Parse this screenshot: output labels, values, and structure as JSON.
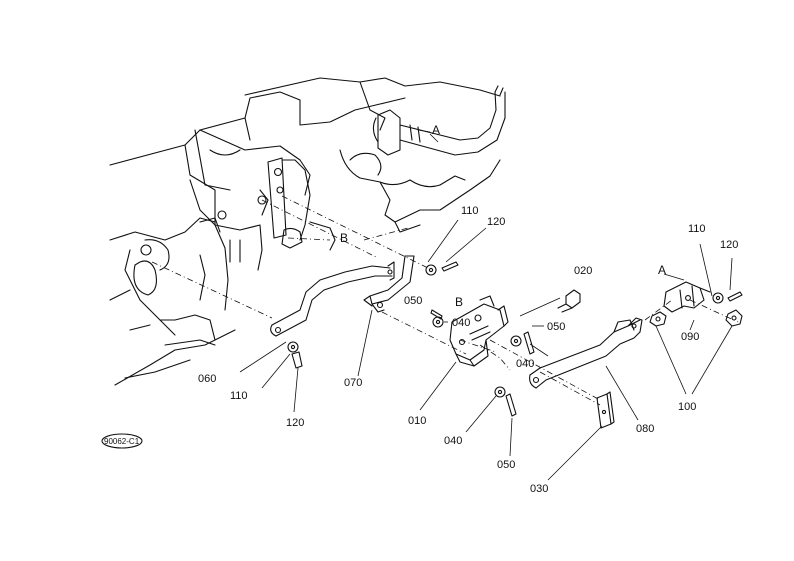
{
  "diagram": {
    "figure_code": "90062-C1",
    "callouts": {
      "p010": "010",
      "p020": "020",
      "p030": "030",
      "p040a": "040",
      "p040b": "040",
      "p040c": "040",
      "p050a": "050",
      "p050b": "050",
      "p050c": "050",
      "p060": "060",
      "p070": "070",
      "p080": "080",
      "p090": "090",
      "p100": "100",
      "p110a": "110",
      "p110b": "110",
      "p110c": "110",
      "p120a": "120",
      "p120b": "120",
      "p120c": "120"
    },
    "reference_marks": {
      "a_upper": "A",
      "a_right": "A",
      "b_upper": "B",
      "b_mid": "B"
    }
  }
}
